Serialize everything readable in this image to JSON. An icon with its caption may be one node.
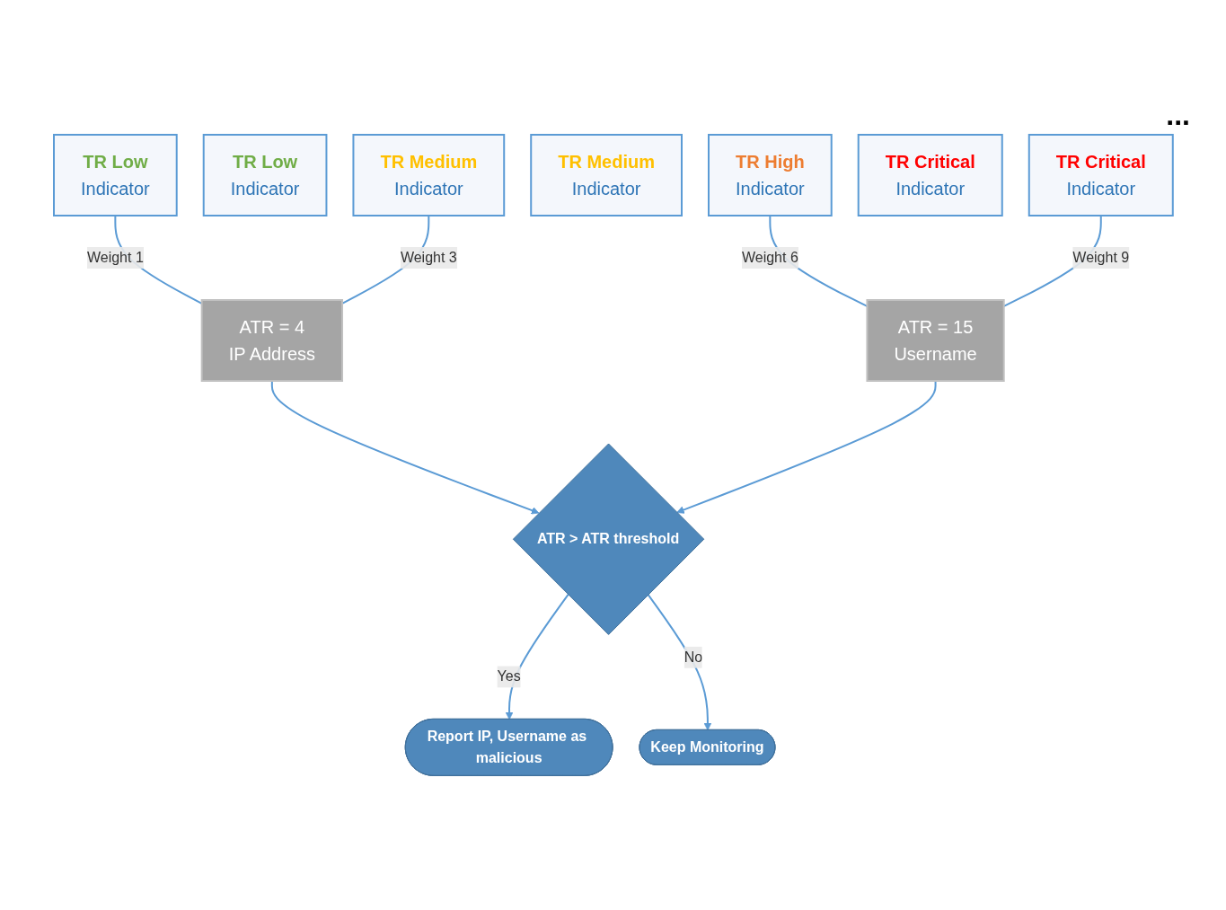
{
  "diagram": {
    "nodes": [
      {
        "text": [
          "TR Low",
          "Indicator"
        ]
      },
      {
        "text": [
          "TR Low",
          "Indicator"
        ]
      },
      {
        "text": [
          "TR Medium",
          "Indicator"
        ]
      },
      {
        "text": [
          "TR Medium",
          "Indicator"
        ]
      },
      {
        "text": [
          "TR High",
          "Indicator"
        ]
      },
      {
        "text": [
          "TR Critical",
          "Indicator"
        ]
      },
      {
        "text": [
          "TR Critical",
          "Indicator"
        ]
      },
      {
        "text": [
          "ATR = 4",
          "IP Address"
        ]
      },
      {
        "text": [
          "ATR = 15",
          "Username"
        ]
      },
      {
        "text": [
          "ATR > ATR threshold"
        ]
      },
      {
        "text": [
          "Report IP, Username as malicious"
        ]
      },
      {
        "text": [
          "Keep Monitoring"
        ]
      }
    ],
    "edges": [
      {
        "from": 0,
        "to": 7,
        "arrow": "none",
        "label": "Weight 1"
      },
      {
        "from": 2,
        "to": 7,
        "arrow": "none",
        "label": "Weight 3"
      },
      {
        "from": 4,
        "to": 8,
        "arrow": "none",
        "label": "Weight 6"
      },
      {
        "from": 6,
        "to": 8,
        "arrow": "none",
        "label": "Weight 9"
      },
      {
        "from": 7,
        "to": 9,
        "arrow": "to"
      },
      {
        "from": 8,
        "to": 9,
        "arrow": "to"
      },
      {
        "from": 9,
        "to": 10,
        "arrow": "to",
        "label": "Yes"
      },
      {
        "from": 9,
        "to": 11,
        "arrow": "to",
        "label": "No"
      }
    ],
    "labels": [
      "..."
    ]
  }
}
